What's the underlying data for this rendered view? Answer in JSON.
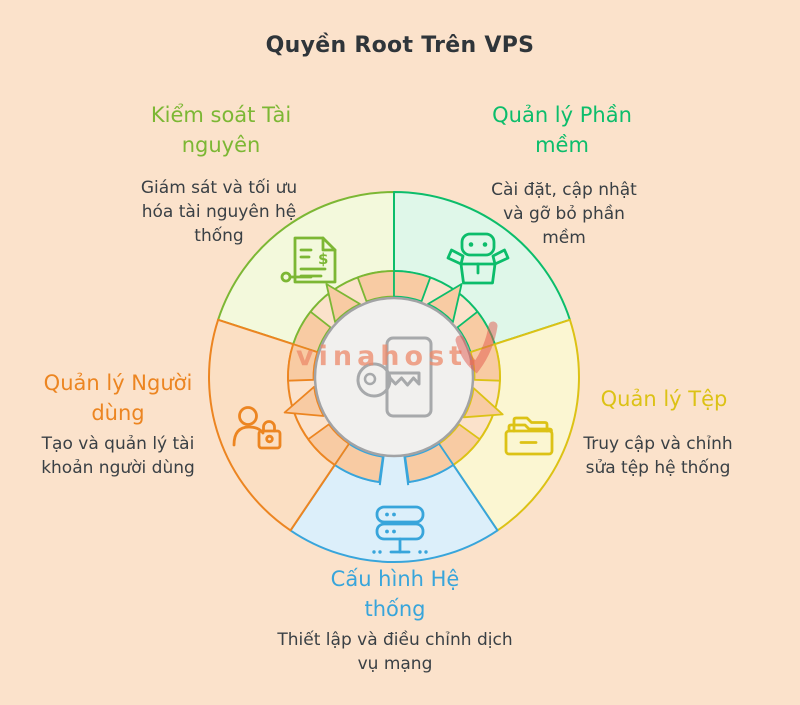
{
  "title": "Quyền Root Trên VPS",
  "watermark": {
    "text": "vinahost.",
    "logo_icon": "heart-check-icon",
    "text_color": "#EC8A6A",
    "logo_color": "#E2574B"
  },
  "background_color": "#FBE2CB",
  "inner_ring_color": "#F8CBA3",
  "center": {
    "icon": "key-icon",
    "fill": "#F1F0EE",
    "stroke": "#A2A3A5",
    "icon_color": "#A7A9AB"
  },
  "segments": [
    {
      "id": "resources",
      "heading_lines": [
        "Kiểm soát Tài",
        "nguyên"
      ],
      "desc_lines": [
        "Giám sát và tối ưu",
        "hóa tài nguyên hệ",
        "thống"
      ],
      "color": "#7CB734",
      "fill": "#F3F9DC",
      "icon": "invoice-document-icon"
    },
    {
      "id": "software",
      "heading_lines": [
        "Quản lý Phần",
        "mềm"
      ],
      "desc_lines": [
        "Cài đặt, cập nhật",
        "và gỡ bỏ phần",
        "mềm"
      ],
      "color": "#0CBD6B",
      "fill": "#DFF7E9",
      "icon": "open-box-gamepad-icon"
    },
    {
      "id": "files",
      "heading_lines": [
        "Quản lý Tệp"
      ],
      "desc_lines": [
        "Truy cập và chỉnh",
        "sửa tệp hệ thống"
      ],
      "color": "#DCC215",
      "fill": "#FBF6D2",
      "icon": "folder-drawer-icon"
    },
    {
      "id": "config",
      "heading_lines": [
        "Cấu hình Hệ",
        "thống"
      ],
      "desc_lines": [
        "Thiết lập và điều chỉnh dịch",
        "vụ mạng"
      ],
      "color": "#38A5DB",
      "fill": "#DCEFFA",
      "icon": "server-stack-icon"
    },
    {
      "id": "users",
      "heading_lines": [
        "Quản lý Người",
        "dùng"
      ],
      "desc_lines": [
        "Tạo và quản lý tài",
        "khoản người dùng"
      ],
      "color": "#EC8521",
      "fill": "#FBDFC3",
      "icon": "user-lock-icon"
    }
  ]
}
